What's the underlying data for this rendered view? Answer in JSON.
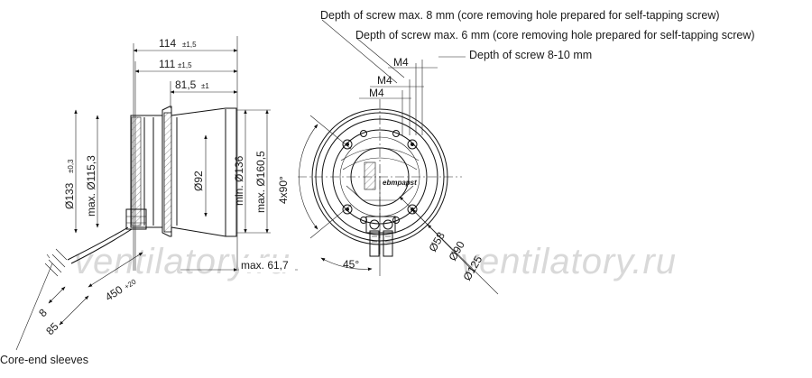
{
  "watermark": {
    "left": "ventilatory.ru",
    "right": "ventilatory.ru"
  },
  "notes": {
    "depth8": "Depth of screw max. 8 mm (core removing hole prepared for self-tapping screw)",
    "depth6": "Depth of screw max. 6 mm (core removing hole prepared for self-tapping screw)",
    "depth810": "Depth of screw 8-10 mm",
    "core_end": "Core-end sleeves",
    "brand": "ebmpapst"
  },
  "side_view": {
    "d114": "114",
    "d114_tol": "±1,5",
    "d111": "111",
    "d111_tol": "±1,5",
    "d81": "81,5",
    "d81_tol": "±1",
    "d133": "Ø133",
    "d133_tol": "±0,3",
    "d115": "max. Ø115,3",
    "d92": "Ø92",
    "d136": "min. Ø136",
    "d160": "max. Ø160,5",
    "d617": "max. 61,7",
    "d450": "450",
    "d450_tol": "+20",
    "d8": "8",
    "d85": "85"
  },
  "front_view": {
    "m4_a": "M4",
    "m4_b": "M4",
    "m4_c": "M4",
    "angle4": "4x90°",
    "angle45": "45°",
    "d58": "Ø58",
    "d90": "Ø90",
    "d125": "Ø125"
  }
}
